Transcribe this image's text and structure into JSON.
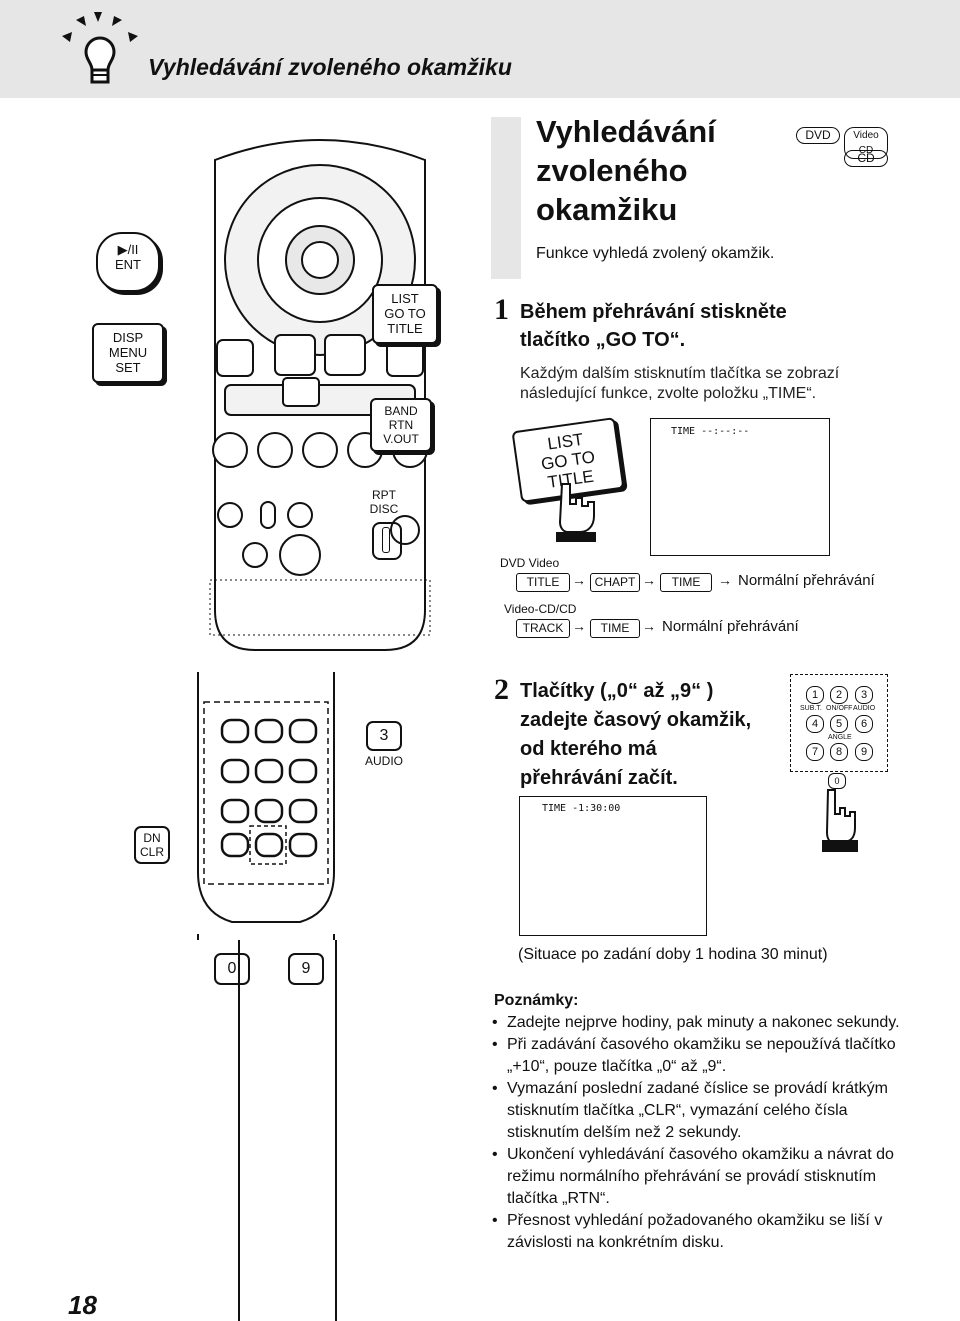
{
  "header": {
    "title": "Vyhledávání zvoleného okamžiku"
  },
  "section": {
    "title": "Vyhledávání zvoleného okamžiku",
    "subtitle": "Funkce vyhledá zvolený okamžik.",
    "badges": [
      "DVD",
      "Video CD",
      "CD"
    ]
  },
  "remote": {
    "buttons": {
      "play_ent": [
        "▶/II",
        "ENT"
      ],
      "disp": [
        "DISP",
        "MENU",
        "SET"
      ],
      "list": [
        "LIST",
        "GO TO",
        "TITLE"
      ],
      "band": [
        "BAND",
        "RTN",
        "V.OUT"
      ],
      "rpt": [
        "RPT",
        "DISC"
      ]
    }
  },
  "step1": {
    "number": "1",
    "heading": "Během přehrávání stiskněte tlačítko „GO TO“.",
    "text": "Každým dalším stisknutím tlačítka se zobrazí následující funkce, zvolte položku „TIME“.",
    "callout": [
      "LIST",
      "GO TO",
      "TITLE"
    ],
    "screen_text": "TIME --:--:--"
  },
  "flow": {
    "dvd_label": "DVD Video",
    "dvd_keys": [
      "TITLE",
      "CHAPT",
      "TIME"
    ],
    "dvd_end": "Normální přehrávání",
    "vcd_label": "Video-CD/CD",
    "vcd_keys": [
      "TRACK",
      "TIME"
    ],
    "vcd_end": "Normální přehrávání"
  },
  "step2": {
    "number": "2",
    "heading": "Tlačítky („0“ až „9“ ) zadejte časový okamžik, od kterého má přehrávání začít.",
    "audio_key": "3",
    "audio_label": "AUDIO",
    "dn_clr": [
      "DN",
      "CLR"
    ],
    "keys_0_9": [
      "0",
      "9"
    ],
    "keypad": [
      "1",
      "2",
      "3",
      "4",
      "5",
      "6",
      "7",
      "8",
      "9",
      "0"
    ],
    "keypad_labels": [
      "SUB.T.",
      "ON/OFF",
      "AUDIO",
      "ANGLE"
    ],
    "screen_text": "TIME -1:30:00",
    "caption": "(Situace po zadání doby 1 hodina 30 minut)"
  },
  "notes": {
    "heading": "Poznámky:",
    "items": [
      "Zadejte nejprve hodiny, pak minuty a nakonec sekundy.",
      "Při zadávání časového okamžiku se nepoužívá tlačítko „+10“, pouze tlačítka „0“ až „9“.",
      "Vymazání poslední zadané číslice se provádí krátkým stisknutím tlačítka „CLR“, vymazání celého čísla stisknutím delším než 2 sekundy.",
      "Ukončení vyhledávání časového okamžiku a návrat do režimu normálního přehrávání se provádí stisknutím tlačítka „RTN“.",
      "Přesnost vyhledání požadovaného okamžiku se liší v závislosti na konkrétním disku."
    ]
  },
  "page_number": "18"
}
